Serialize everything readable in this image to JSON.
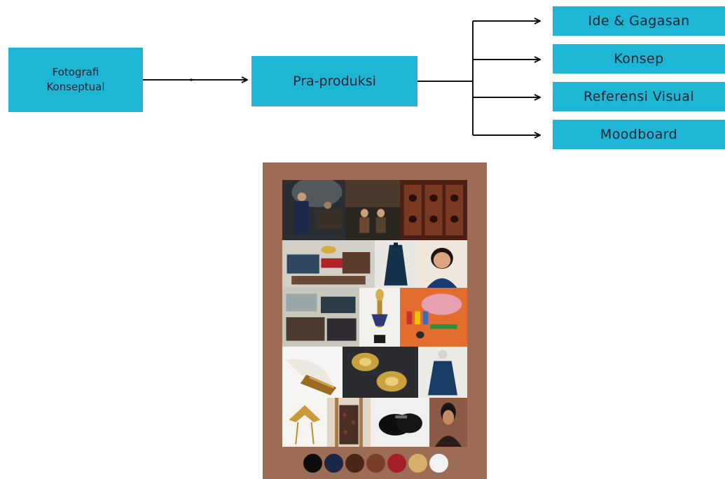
{
  "diagram": {
    "root": {
      "label_line1": "Fotografi",
      "label_line2": "Konseptual"
    },
    "stage": {
      "label": "Pra-produksi"
    },
    "branches": [
      {
        "label": "Ide & Gagasan"
      },
      {
        "label": "Konsep"
      },
      {
        "label": "Referensi Visual"
      },
      {
        "label": "Moodboard"
      }
    ]
  },
  "colors": {
    "box_fill": "#1fb6d6",
    "box_text": "#1d2333",
    "connector": "#111111",
    "moodboard_background": "#9c6c55"
  },
  "moodboard": {
    "photo_subjects": [
      "performer-on-stage-photo",
      "seated-couple-photo",
      "carved-wooden-panel-photo",
      "fabric-and-accessories-photo",
      "dark-kebaya-jacket-photo",
      "smiling-girl-photo",
      "folded-clothes-photo",
      "gold-trophy-photo",
      "sewing-kit-photo",
      "gold-sequin-trim-photo",
      "gold-brooches-photo",
      "mannequin-in-kebaya-photo",
      "gold-hairpin-photo",
      "batik-cloth-photo",
      "black-hair-bun-photo",
      "woman-portrait-photo"
    ],
    "palette": [
      "#0d0d0d",
      "#1a2748",
      "#4a2618",
      "#7a3f27",
      "#a32126",
      "#d4b06a",
      "#f2f2f4"
    ]
  }
}
